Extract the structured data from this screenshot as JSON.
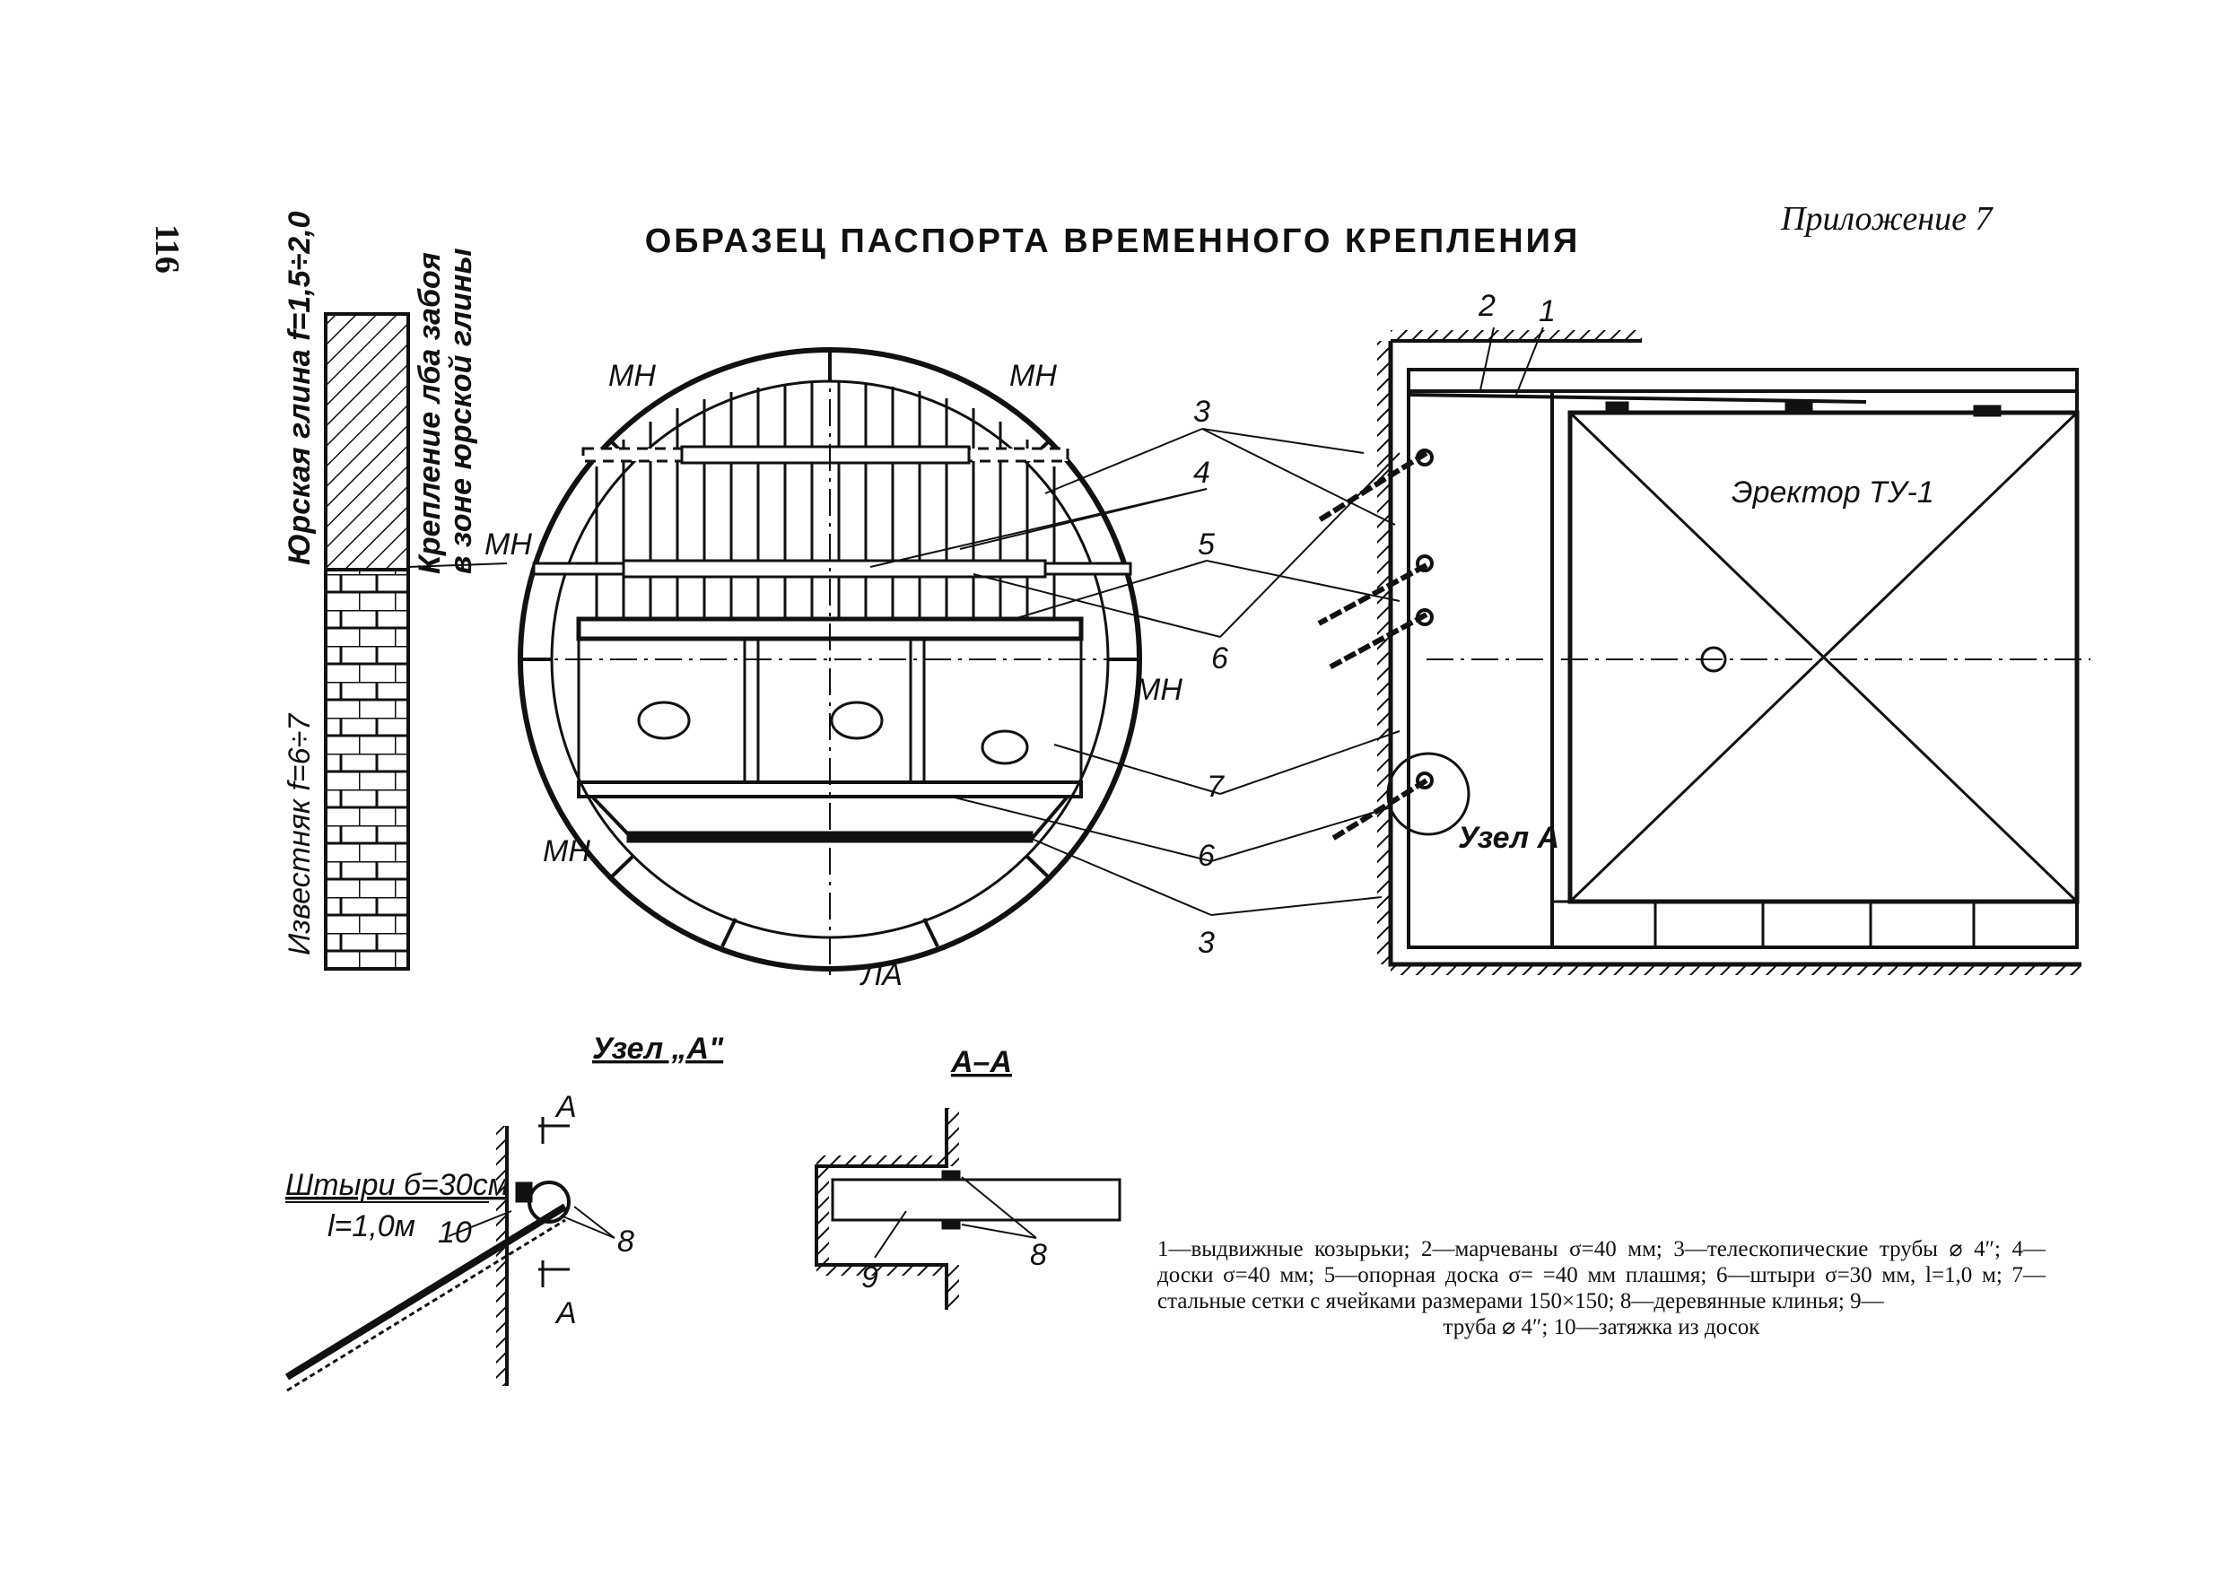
{
  "document": {
    "page_number": "116",
    "appendix": "Приложение 7",
    "title": "ОБРАЗЕЦ ПАСПОРТА ВРЕМЕННОГО КРЕПЛЕНИЯ"
  },
  "strata": {
    "clay_label": "Юрская глина f=1,5÷2,0",
    "limestone_label": "Известняк f=6÷7",
    "note_line1": "Крепление лба забоя",
    "note_line2": "в зоне юрской глины",
    "boundary_mark": "МН"
  },
  "cross_section": {
    "mark_top_left": "МН",
    "mark_top_right": "МН",
    "mark_right": "МН",
    "mark_bottom_left": "МН",
    "mark_bottom": "ЛА"
  },
  "callouts": {
    "n1": "1",
    "n2": "2",
    "n3a": "3",
    "n3b": "3",
    "n4": "4",
    "n5": "5",
    "n6a": "6",
    "n6b": "6",
    "n7": "7"
  },
  "side_view": {
    "erector_label": "Эректор ТУ-1",
    "node_label": "Узел А"
  },
  "node_a": {
    "title": "Узел „А\"",
    "pins_line1": "Штыри б=30см",
    "pins_line2": "l=1,0м",
    "section_mark_top": "А",
    "section_mark_bottom": "А",
    "n10": "10",
    "n8": "8"
  },
  "section_aa": {
    "title": "А–А",
    "n9": "9",
    "n8": "8"
  },
  "legend": {
    "text": "1—выдвижные козырьки; 2—марчеваны σ=40 мм; 3—телескопические трубы ⌀ 4″; 4—доски σ=40 мм; 5—опорная доска σ= =40 мм плашмя; 6—штыри σ=30 мм, l=1,0 м; 7—стальные сетки с ячейками размерами 150×150; 8—деревянные клинья; 9—",
    "last_line": "труба ⌀ 4″; 10—затяжка из досок"
  }
}
